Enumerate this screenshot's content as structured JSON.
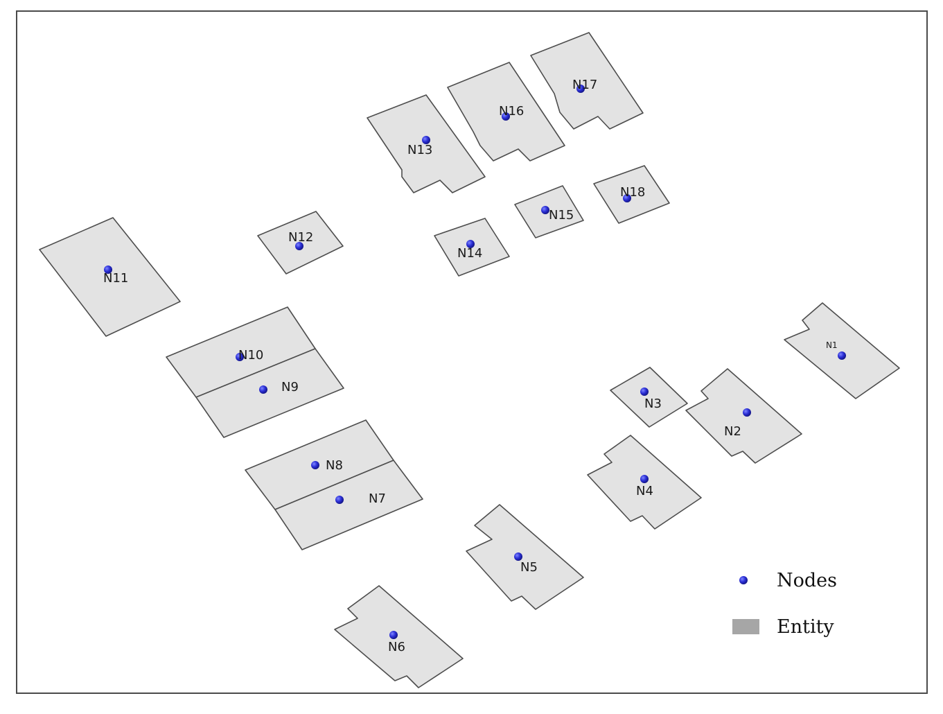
{
  "legend": {
    "nodes_label": "Nodes",
    "entity_label": "Entity",
    "node_color": "#2b2fd6",
    "entity_color": "#a6a6a6"
  },
  "nodes": [
    {
      "id": "N1",
      "label": "N1"
    },
    {
      "id": "N2",
      "label": "N2"
    },
    {
      "id": "N3",
      "label": "N3"
    },
    {
      "id": "N4",
      "label": "N4"
    },
    {
      "id": "N5",
      "label": "N5"
    },
    {
      "id": "N6",
      "label": "N6"
    },
    {
      "id": "N7",
      "label": "N7"
    },
    {
      "id": "N8",
      "label": "N8"
    },
    {
      "id": "N9",
      "label": "N9"
    },
    {
      "id": "N10",
      "label": "N10"
    },
    {
      "id": "N11",
      "label": "N11"
    },
    {
      "id": "N12",
      "label": "N12"
    },
    {
      "id": "N13",
      "label": "N13"
    },
    {
      "id": "N14",
      "label": "N14"
    },
    {
      "id": "N15",
      "label": "N15"
    },
    {
      "id": "N16",
      "label": "N16"
    },
    {
      "id": "N17",
      "label": "N17"
    },
    {
      "id": "N18",
      "label": "N18"
    }
  ]
}
